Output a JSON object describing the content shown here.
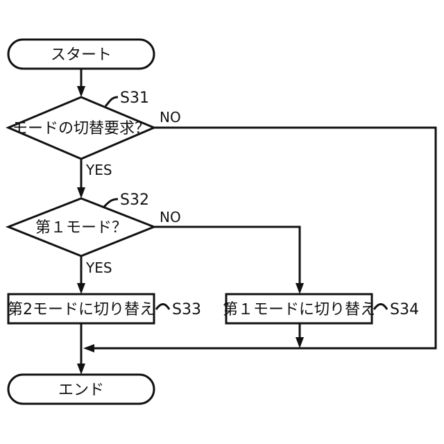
{
  "flowchart": {
    "start": "スタート",
    "end": "エンド",
    "decision_1": {
      "text": "モードの切替要求？",
      "step": "S31",
      "no": "NO",
      "yes": "YES"
    },
    "decision_2": {
      "text": "第１モード？",
      "step": "S32",
      "no": "NO",
      "yes": "YES"
    },
    "process_1": {
      "text": "第2モードに切り替え",
      "step": "S33"
    },
    "process_2": {
      "text": "第１モードに切り替え",
      "step": "S34"
    }
  }
}
